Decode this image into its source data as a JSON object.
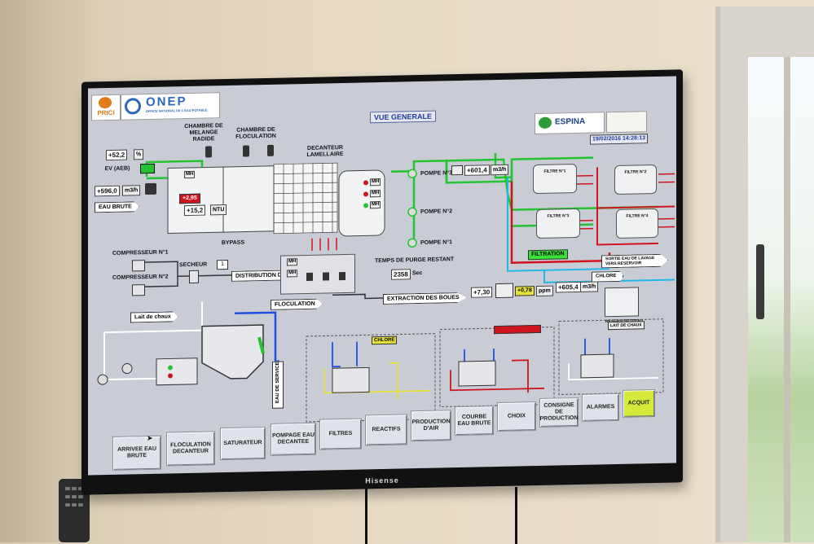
{
  "tv_brand": "Hisense",
  "header": {
    "title": "VUE GENERALE",
    "logo_left": "PRICI",
    "logo_onep": "ONEP",
    "logo_onep_sub": "OFFICE NATIONAL DE L'EAU POTABLE",
    "logo_right": "ESPINA",
    "datetime": "19/02/2016 14:28:13"
  },
  "process": {
    "chambre_melange": "CHAMBRE DE MELANGE RADIDE",
    "chambre_floculation": "CHAMBRE DE FLOCULATION",
    "decanteur": "DECANTEUR LAMELLAIRE",
    "bypass": "BYPASS",
    "ev_label": "EV (AEB)",
    "ev_value": "+52,2",
    "ev_unit": "%",
    "debit_value": "+596,0",
    "debit_unit": "m3/h",
    "eau_brute": "EAU BRUTE",
    "mh1": "MH",
    "mh2": "MH",
    "mh3": "MH",
    "mh4": "MH",
    "temp_value": "+2,95",
    "turb_value": "+15,2",
    "turb_unit": "NTU",
    "pompe1": "POMPE N°1",
    "pompe2": "POMPE N°2",
    "pompe3": "POMPE N°3",
    "pompe_debit_value": "+601,4",
    "pompe_debit_unit": "m3/h",
    "filtre1": "FILTRE N°1",
    "filtre2": "FILTRE N°2",
    "filtre3": "FILTRE N°3",
    "filtre4": "FILTRE N°4",
    "filtration": "FILTRATION",
    "sortie_eau": "SORTIE EAU DE LAVAGE VERS RESERVOIR",
    "chlore": "CHLORE",
    "chlore_value": "+605,4",
    "chlore_unit": "m3/h",
    "ph_value": "+7,30",
    "ppm_value": "+0,78",
    "ppm_unit": "ppm",
    "reservoir": "RESERVOIR D'EAU FILTREE",
    "compresseur1": "COMPRESSEUR N°1",
    "compresseur2": "COMPRESSEUR N°2",
    "secheur": "SECHEUR",
    "distribution_air": "DISTRIBUTION D'AIR",
    "floculation": "FLOCULATION",
    "temps_purge": "TEMPS DE PURGE RESTANT",
    "purge_value": "2358",
    "purge_unit": "Sec",
    "extraction_boues": "EXTRACTION DES BOUES",
    "lait_chaux": "Lait de chaux",
    "eau_service": "EAU DE SERVICE",
    "panel_chlore": "CHLORE",
    "panel_lait": "LAIT DE CHAUX"
  },
  "nav": [
    {
      "label": "ARRIVEE EAU BRUTE"
    },
    {
      "label": "FLOCULATION DECANTEUR"
    },
    {
      "label": "SATURATEUR"
    },
    {
      "label": "POMPAGE EAU DECANTEE"
    },
    {
      "label": "FILTRES"
    },
    {
      "label": "REACTIFS"
    },
    {
      "label": "PRODUCTION D'AIR"
    },
    {
      "label": "COURBE EAU BRUTE"
    },
    {
      "label": "CHOIX"
    },
    {
      "label": "CONSIGNE DE PRODUCTION"
    },
    {
      "label": "ALARMES"
    },
    {
      "label": "ACQUIT"
    }
  ],
  "colors": {
    "screen_bg": "#c9ccd5",
    "pipe_green": "#22c531",
    "pipe_blue": "#1f4fe0",
    "pipe_red": "#d0141e",
    "pipe_cyan": "#22b7e8",
    "pipe_yellow": "#e8e23a",
    "filtration_bg": "#3ae23a",
    "acquit_bg": "#d4e93a"
  }
}
